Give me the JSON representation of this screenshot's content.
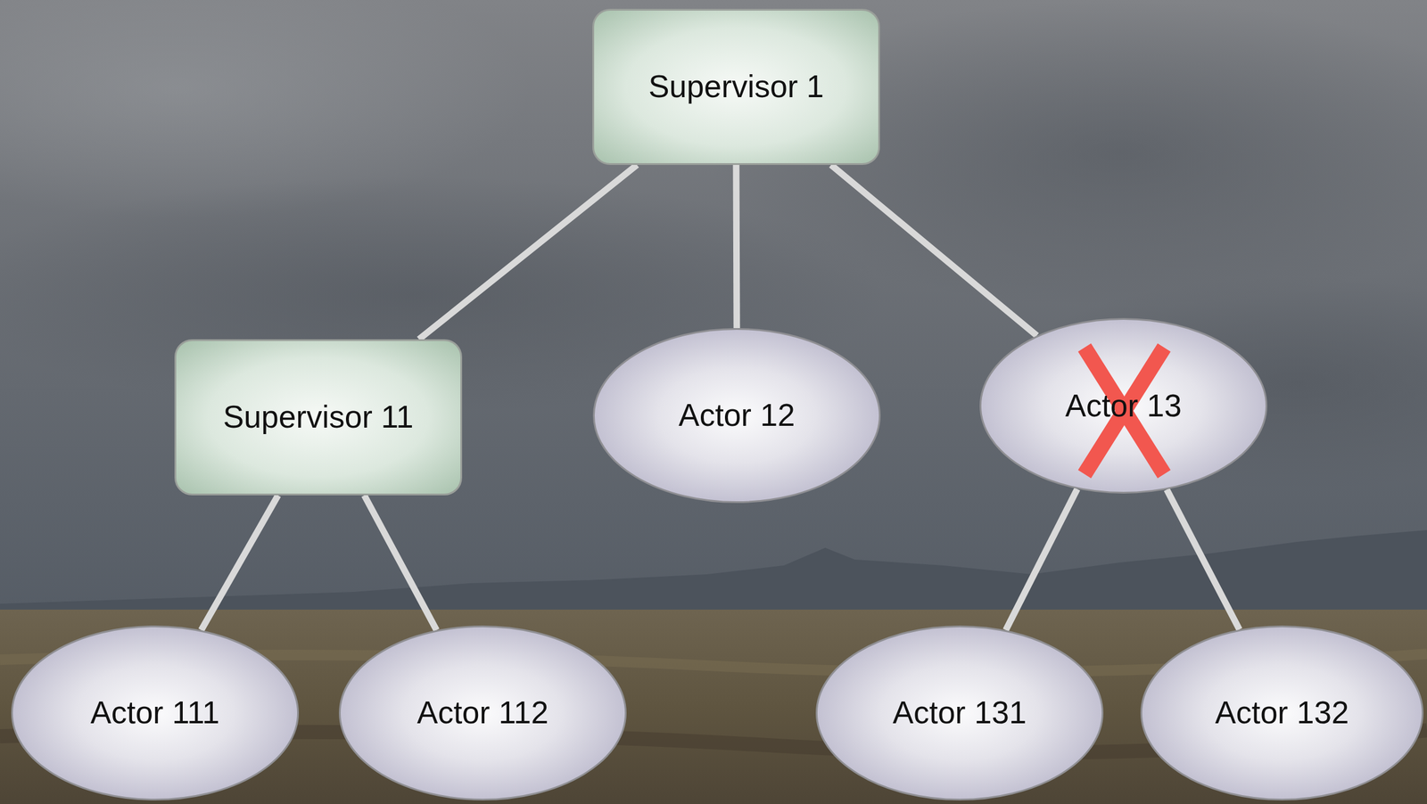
{
  "diagram": {
    "nodes": [
      {
        "text": [
          "Supervisor 1"
        ]
      },
      {
        "text": [
          "Supervisor 11"
        ]
      },
      {
        "text": [
          "Actor 12"
        ]
      },
      {
        "text": [
          "Actor 13"
        ]
      },
      {
        "text": [
          "Actor 111"
        ]
      },
      {
        "text": [
          "Actor 112"
        ]
      },
      {
        "text": [
          "Actor 131"
        ]
      },
      {
        "text": [
          "Actor 132"
        ]
      }
    ],
    "edges": [
      {
        "from": 0,
        "to": 1,
        "arrow": "none"
      },
      {
        "from": 0,
        "to": 2,
        "arrow": "none"
      },
      {
        "from": 0,
        "to": 3,
        "arrow": "none"
      },
      {
        "from": 1,
        "to": 4,
        "arrow": "none"
      },
      {
        "from": 1,
        "to": 5,
        "arrow": "none"
      },
      {
        "from": 3,
        "to": 6,
        "arrow": "none"
      },
      {
        "from": 3,
        "to": 7,
        "arrow": "none"
      }
    ]
  }
}
